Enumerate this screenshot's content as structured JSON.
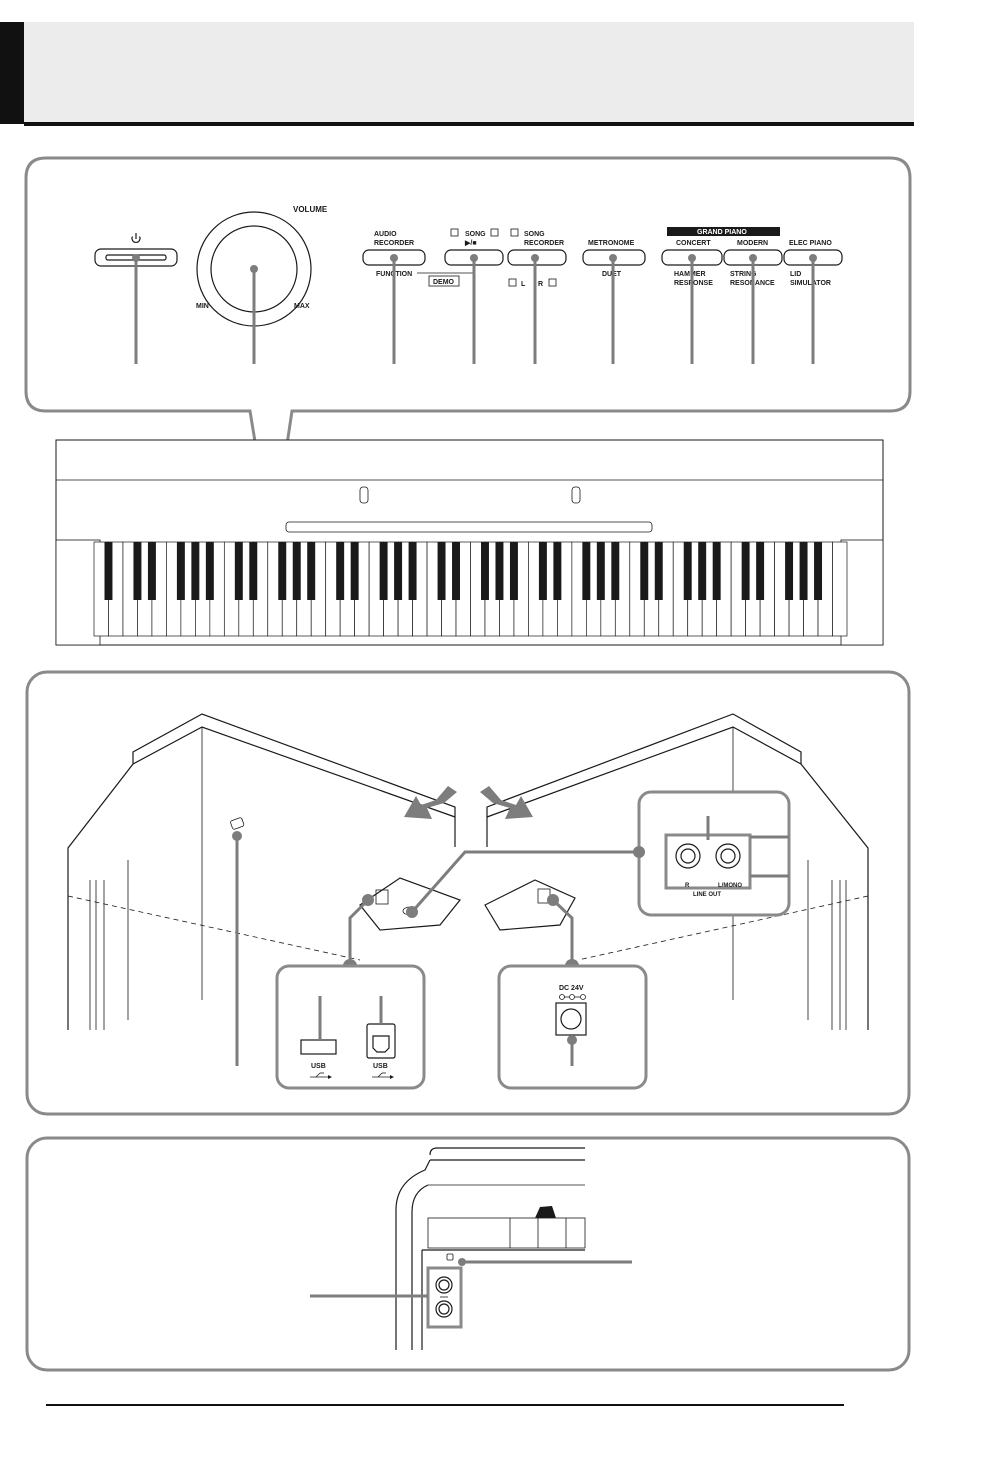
{
  "front_panel": {
    "volume": {
      "label": "VOLUME",
      "min": "MIN",
      "max": "MAX"
    },
    "audio_recorder": {
      "line1": "AUDIO",
      "line2": "RECORDER",
      "sub": "FUNCTION"
    },
    "demo": "DEMO",
    "song": {
      "top": "SONG",
      "symbol": "▶/■"
    },
    "song_recorder": {
      "line1": "SONG",
      "line2": "RECORDER",
      "sub_l": "L",
      "sub_r": "R"
    },
    "metronome": {
      "label": "METRONOME",
      "sub": "DUET"
    },
    "grand_piano": "GRAND PIANO",
    "concert": {
      "label": "CONCERT",
      "sub1": "HAMMER",
      "sub2": "RESPONSE"
    },
    "modern": {
      "label": "MODERN",
      "sub1": "STRING",
      "sub2": "RESONANCE"
    },
    "elec_piano": {
      "label": "ELEC PIANO",
      "sub1": "LID",
      "sub2": "SIMULATOR"
    }
  },
  "bottom_panel": {
    "line_out": {
      "r": "R",
      "l_mono": "L/MONO",
      "caption": "LINE OUT"
    },
    "usb_a": "USB",
    "usb_b": "USB",
    "dc_in": "DC 24V"
  },
  "icons": [
    "power-icon",
    "usb-icon",
    "dc-polarity-icon",
    "headphone-jack-icon"
  ],
  "colors": {
    "callout": "#7d7d7d",
    "header": "#ececec",
    "ink": "#1a1a1a"
  }
}
